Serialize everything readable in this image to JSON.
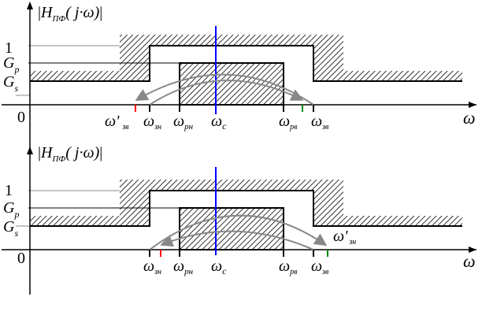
{
  "panels": [
    {
      "title_main": "H",
      "title_sub": "ПФ",
      "title_arg": "( j·ω)",
      "y_one": "1",
      "y_gp": "G",
      "y_gp_sub": "p",
      "y_gs": "G",
      "y_gs_sub": "s",
      "zero": "0",
      "x_axis": "ω",
      "ticks": [
        {
          "w": "ω",
          "s": "'",
          "sub": "зв"
        },
        {
          "w": "ω",
          "sub": "зн"
        },
        {
          "w": "ω",
          "sub": "рн"
        },
        {
          "w": "ω",
          "sub": "c"
        },
        {
          "w": "ω",
          "sub": "рв"
        },
        {
          "w": "ω",
          "sub": "зв"
        }
      ]
    },
    {
      "title_main": "H",
      "title_sub": "ПФ",
      "title_arg": "( j·ω)",
      "y_one": "1",
      "y_gp": "G",
      "y_gp_sub": "p",
      "y_gs": "G",
      "y_gs_sub": "s",
      "zero": "0",
      "x_axis": "ω",
      "ticks": [
        {
          "w": "ω",
          "sub": "зн"
        },
        {
          "w": "ω",
          "sub": "рн"
        },
        {
          "w": "ω",
          "sub": "c"
        },
        {
          "w": "ω",
          "sub": "рв"
        },
        {
          "w": "ω",
          "sub": "зв"
        }
      ],
      "extra": {
        "w": "ω",
        "s": "'",
        "sub": "зн"
      }
    }
  ],
  "colors": {
    "center": "#0000ff",
    "new_low": "#ff0000",
    "new_high": "#008000",
    "arrow": "#888888"
  }
}
